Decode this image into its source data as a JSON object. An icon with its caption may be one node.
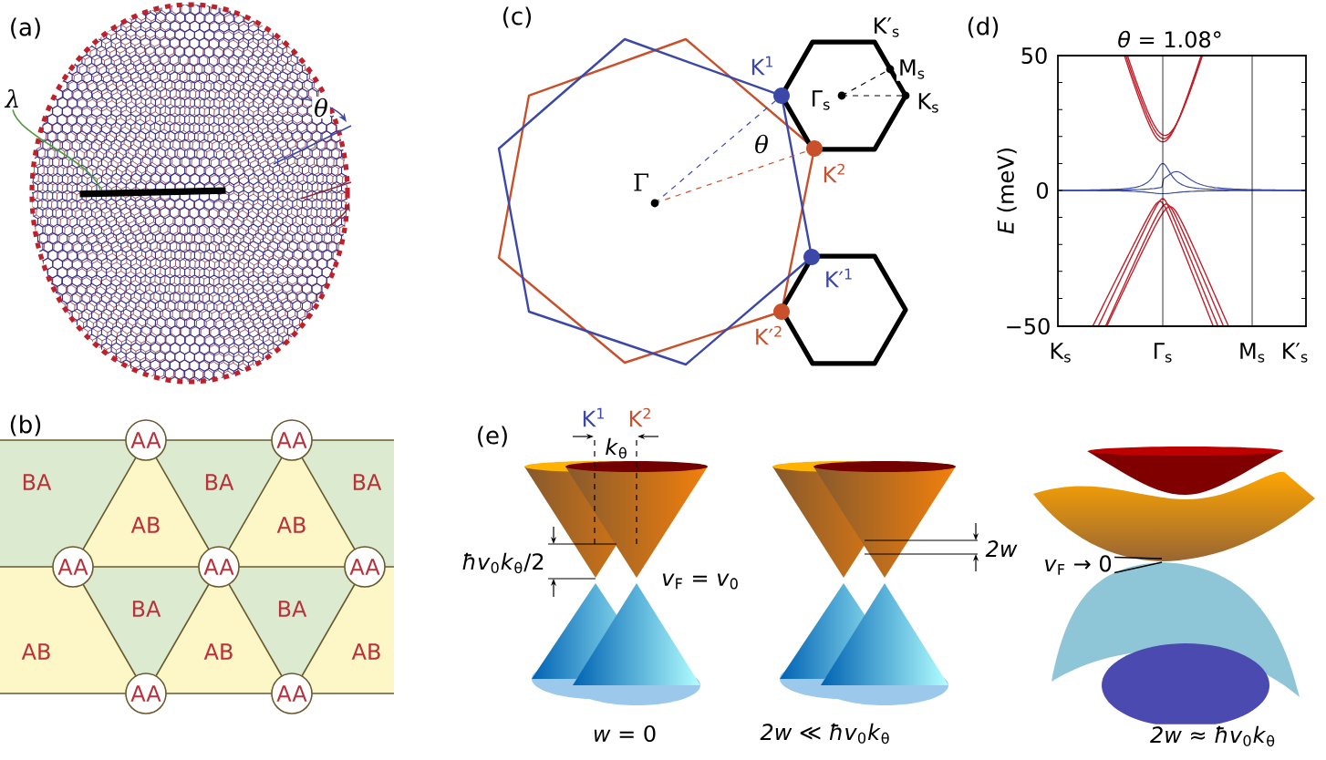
{
  "diagram": {
    "nodes": [
      {
        "text": [
          "λ"
        ]
      },
      {
        "text": [],
        "shape": "bar"
      },
      {
        "text": [
          "AA"
        ]
      },
      {
        "text": [
          "AA"
        ]
      },
      {
        "text": [
          "BA"
        ]
      },
      {
        "text": [
          "BA"
        ]
      },
      {
        "text": [
          "BA"
        ]
      },
      {
        "text": [
          "AB"
        ]
      },
      {
        "text": [
          "AB"
        ]
      },
      {
        "text": [
          "AA"
        ]
      },
      {
        "text": [
          "AA"
        ]
      },
      {
        "text": [
          "AA"
        ]
      },
      {
        "text": [
          "BA"
        ]
      },
      {
        "text": [
          "BA"
        ]
      },
      {
        "text": [
          "AB"
        ]
      },
      {
        "text": [
          "AB"
        ]
      },
      {
        "text": [
          "AB"
        ]
      },
      {
        "text": [
          "AA"
        ]
      },
      {
        "text": [
          "AA"
        ]
      },
      {
        "text": [
          "*v*$_{F}$ → 0"
        ]
      }
    ],
    "edges": [
      {
        "from": 0,
        "to": 1,
        "arrow": "none",
        "color": "#4f9a3c"
      },
      {
        "from": 19,
        "to": null,
        "arrow": "none"
      },
      {
        "from": 19,
        "to": null,
        "arrow": "none"
      }
    ],
    "labels": [
      "(a)",
      "θ",
      "(b)",
      "(c)",
      "K′$_{s}$",
      "K$^{1}$",
      "M$_{s}$",
      "Γ$_{s}$",
      "K$_{s}$",
      "θ",
      "K$^{2}$",
      "Γ",
      "K′$^{1}$",
      "K′$^{2}$",
      "(d)",
      "*θ* = 1.08°",
      "50",
      "*E* (meV)",
      "0",
      "−50",
      "K$_{s}$",
      "Γ$_{s}$",
      "M$_{s}$",
      "K′$_{s}$",
      "(e)",
      "K$^{1}$",
      "K$^{2}$",
      "*k*$_{θ}$",
      "*ħv*$_{0}$*k*$_{θ}$/2",
      "*v*$_{F}$ = *v*$_{0}$",
      "*2w*",
      "*w* = 0",
      "*2w* ≪ *ħv*$_{0}$*k*$_{θ}$",
      "*2w* ≈ *ħv*$_{0}$*k*$_{θ}$"
    ]
  }
}
